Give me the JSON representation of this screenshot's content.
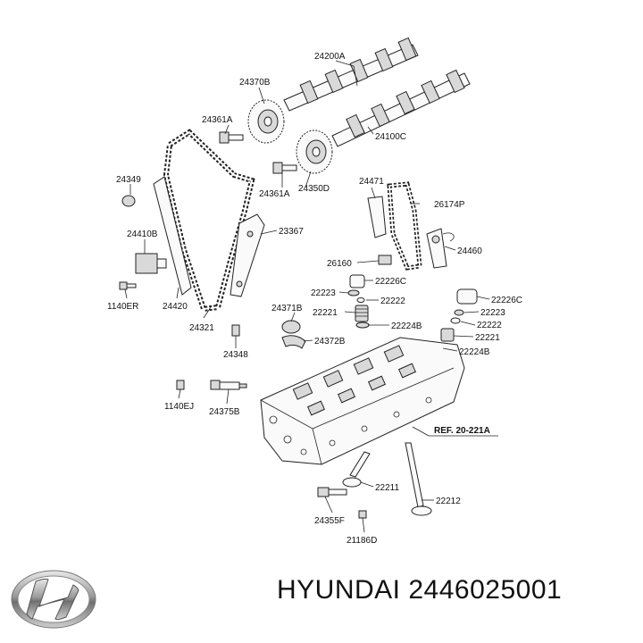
{
  "caption": {
    "brand": "HYUNDAI",
    "part_number": "2446025001"
  },
  "labels": {
    "l24200A": "24200A",
    "l24370B": "24370B",
    "l24361A_top": "24361A",
    "l24100C": "24100C",
    "l24349": "24349",
    "l24361A_mid": "24361A",
    "l24350D": "24350D",
    "l24471": "24471",
    "l26174P": "26174P",
    "l24410B": "24410B",
    "l23367": "23367",
    "l24460": "24460",
    "l26160": "26160",
    "l22226C_a": "22226C",
    "l22223_a": "22223",
    "l22222_a": "22222",
    "l1140ER": "1140ER",
    "l24420": "24420",
    "l24371B": "24371B",
    "l22221_a": "22221",
    "l22226C_b": "22226C",
    "l22223_b": "22223",
    "l22224B_a": "22224B",
    "l22222_b": "22222",
    "l24321": "24321",
    "l24372B": "24372B",
    "l22221_b": "22221",
    "l24348": "24348",
    "l22224B_b": "22224B",
    "l1140EJ": "1140EJ",
    "l24375B": "24375B",
    "lREF": "REF. 20-221A",
    "l22211": "22211",
    "l22212": "22212",
    "l24355F": "24355F",
    "l21186D": "21186D"
  }
}
